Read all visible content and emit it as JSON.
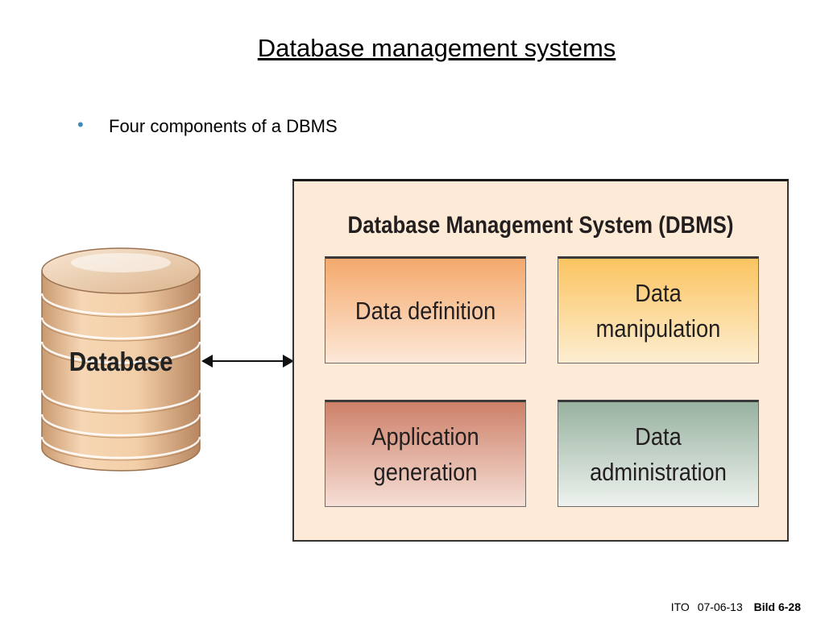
{
  "slide": {
    "title": "Database management systems",
    "bullet": "Four components of a DBMS"
  },
  "diagram": {
    "database_label": "Database",
    "dbms_title": "Database Management System (DBMS)",
    "components": [
      "Data definition",
      "Data manipulation",
      "Application generation",
      "Data administration"
    ],
    "colors": {
      "frame_fill": "#fdebd7",
      "data_definition": "#f4a96c",
      "data_manipulation": "#fbc460",
      "application_generation": "#cd8068",
      "data_administration": "#98b2a0",
      "cylinder": "#f0c9a0"
    }
  },
  "footer": {
    "org": "ITO",
    "date": "07-06-13",
    "slide_number": "Bild 6-28"
  }
}
